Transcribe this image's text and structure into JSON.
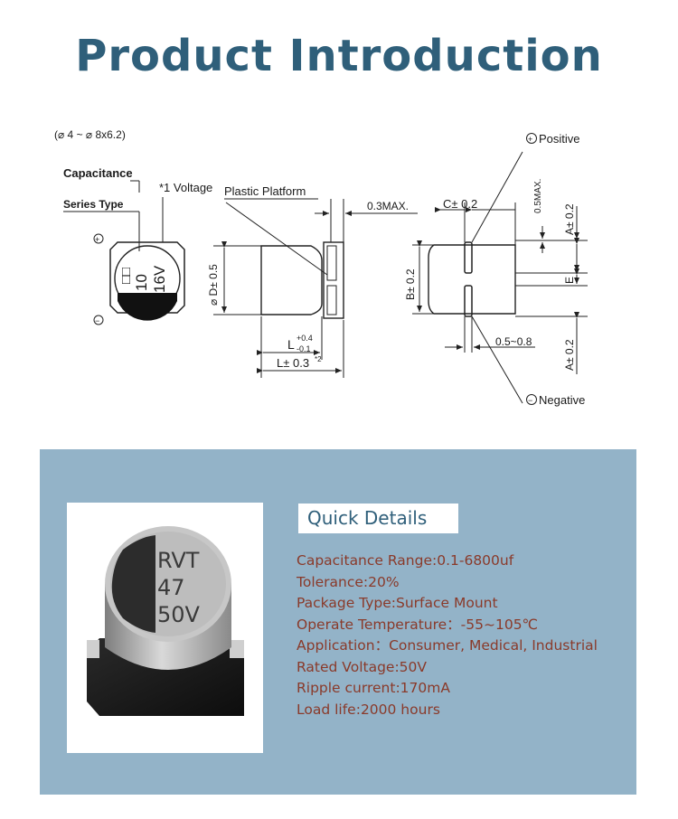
{
  "page": {
    "title": "Product Introduction"
  },
  "diagram": {
    "size_range": "(⌀ 4 ~ ⌀ 8x6.2)",
    "label_capacitance": "Capacitance",
    "label_series_type": "Series Type",
    "label_voltage": "*1 Voltage",
    "label_plastic_platform": "Plastic Platform",
    "label_max_gap": "0.3MAX.",
    "label_c": "C± 0.2",
    "label_positive": "Positive",
    "label_negative": "Negative",
    "label_05max": "0.5MAX.",
    "label_a_top": "A± 0.2",
    "label_a_bottom": "A± 0.2",
    "label_b": "B± 0.2",
    "label_e": "E",
    "label_diameter": "⌀ D± 0.5",
    "label_l": "L",
    "label_l_tol_plus": "+0.4",
    "label_l_tol_minus": "-0.1",
    "label_l_total": "L± 0.3",
    "label_l_total_note": "*2",
    "label_pad_width": "0.5~0.8",
    "top_view_series": "□□",
    "top_view_capacitance": "10",
    "top_view_voltage": "16V",
    "plus_sign": "+",
    "minus_sign": "−"
  },
  "photo": {
    "marking_series": "RVT",
    "marking_capacitance": "47",
    "marking_voltage": "50V"
  },
  "quick_details": {
    "title": "Quick Details",
    "items": [
      "Capacitance Range:0.1-6800uf",
      "Tolerance:20%",
      "Package Type:Surface Mount",
      "Operate Temperature：-55~105℃",
      "Application：Consumer, Medical, Industrial",
      "Rated Voltage:50V",
      "Ripple current:170mA",
      "Load life:2000 hours"
    ]
  },
  "colors": {
    "title": "#2f5f7a",
    "panel_background": "#93b3c8",
    "detail_text": "#8a3a2a"
  }
}
